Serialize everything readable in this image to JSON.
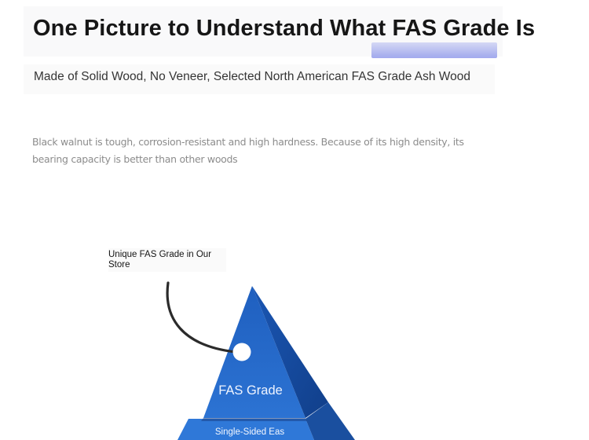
{
  "header": {
    "title": "One Picture to Understand What FAS Grade Is",
    "subtitle": "Made of Solid Wood, No Veneer, Selected North American FAS Grade Ash Wood"
  },
  "description": "Black walnut is tough, corrosion-resistant and high hardness. Because of its high density, its bearing capacity is better than other woods",
  "pyramid": {
    "callout": "Unique FAS Grade in Our Store",
    "top_tier": "FAS Grade",
    "second_tier": "Single-Sided Eas",
    "colors": {
      "left_face": "#2a6fd0",
      "right_face": "#164fa6",
      "tier_face": "#2f78d8"
    }
  }
}
